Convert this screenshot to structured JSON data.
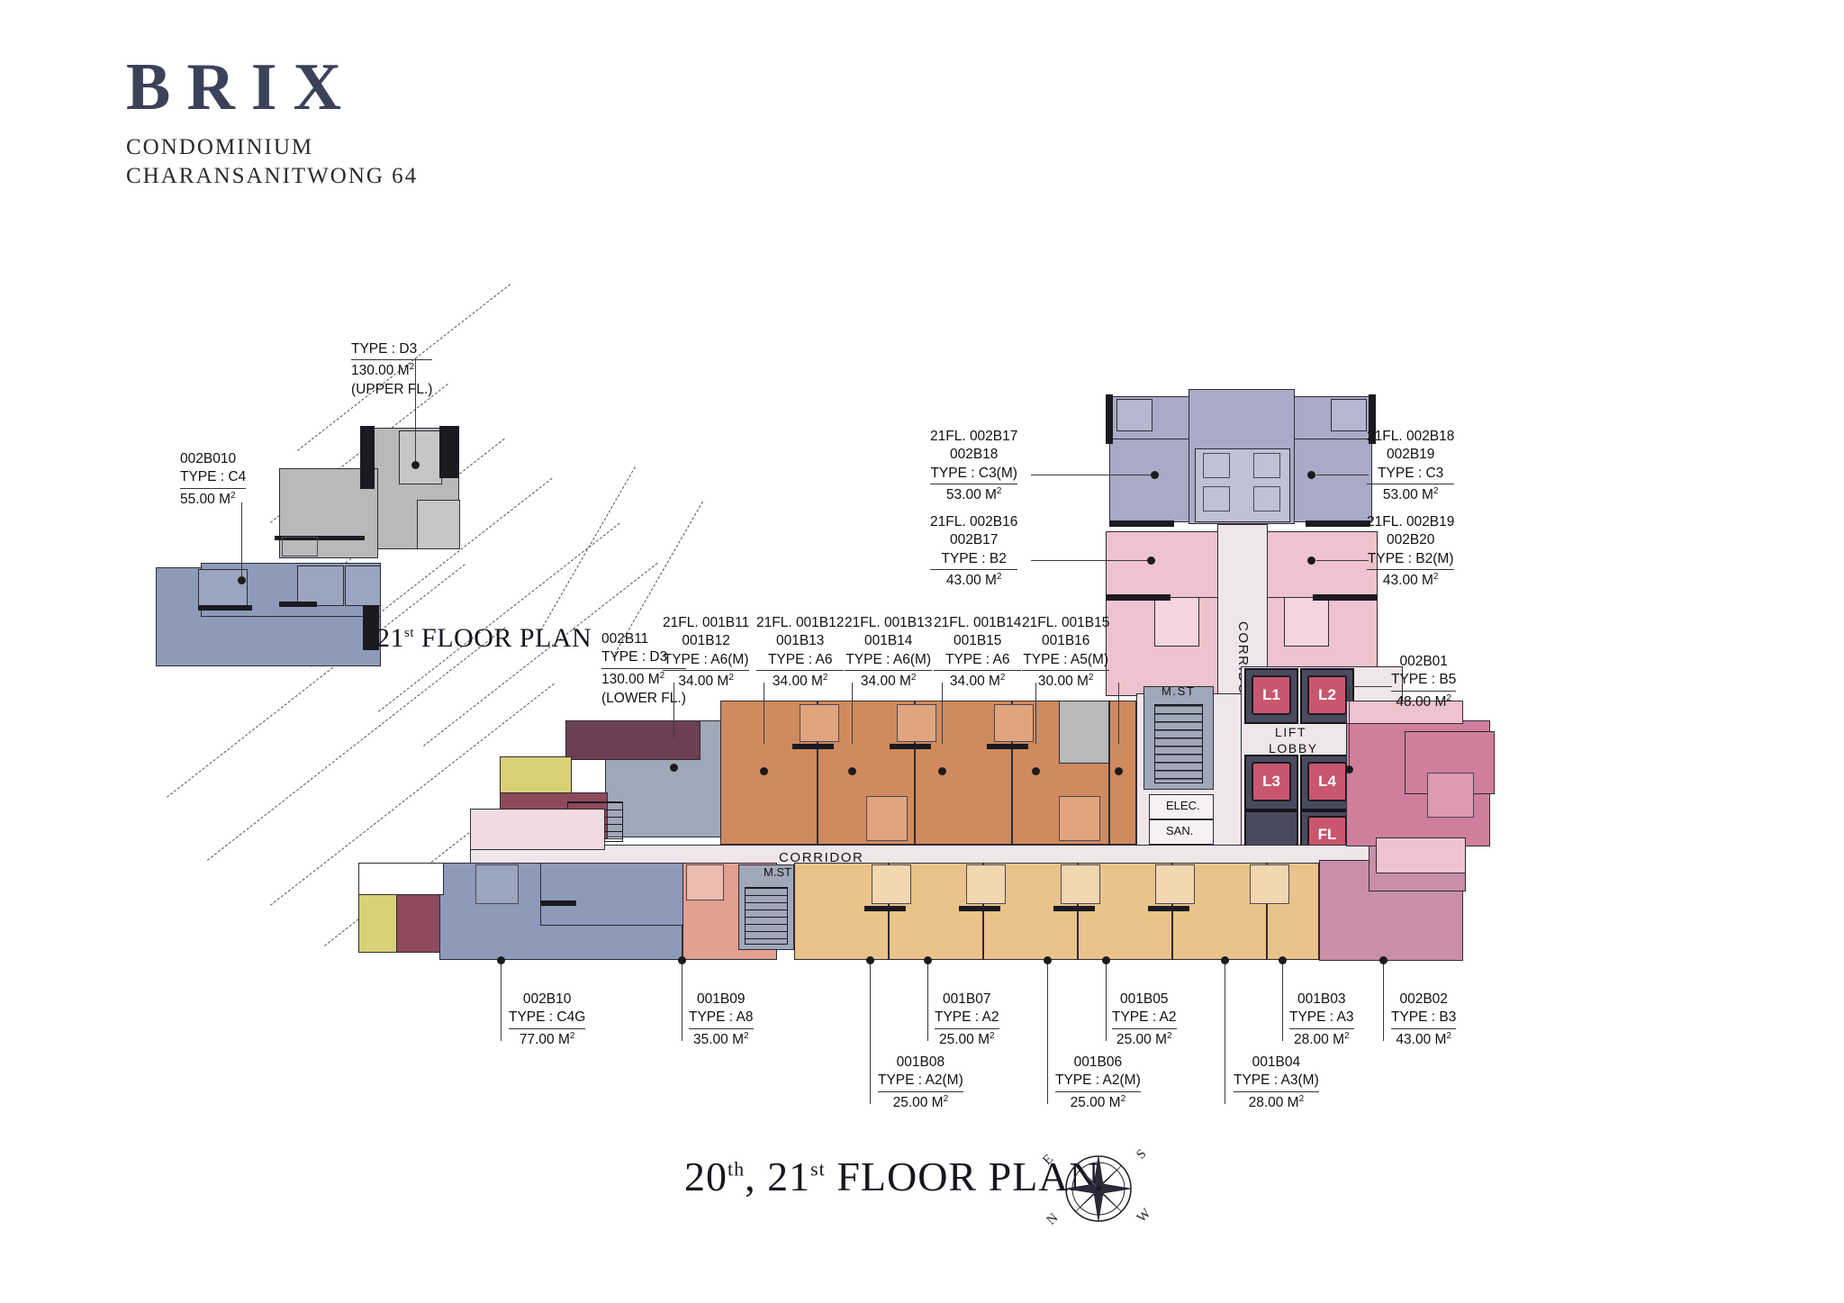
{
  "brand": {
    "wordmark": "BRIX",
    "line1": "CONDOMINIUM",
    "line2": "CHARANSANITWONG 64"
  },
  "titles": {
    "main": "20",
    "main_sup1": "th",
    "main_mid": ", 21",
    "main_sup2": "st",
    "main_tail": " FLOOR PLAN",
    "inset": "21",
    "inset_sup": "st",
    "inset_tail": " FLOOR PLAN"
  },
  "compass": {
    "n": "N",
    "e": "E",
    "s": "S",
    "w": "W"
  },
  "plan_labels": {
    "corridor_main": "CORRIDOR",
    "corridor_core": "CORRIDOR",
    "lift_lobby_line1": "LIFT",
    "lift_lobby_line2": "LOBBY",
    "stair_main": "M.ST",
    "stair_sub": "M.ST",
    "elec": "ELEC.",
    "san": "SAN.",
    "lifts": [
      "L1",
      "L2",
      "L3",
      "L4"
    ],
    "freight_lift": "FL"
  },
  "callouts": [
    {
      "id": "d3-upper",
      "code": "",
      "type": "TYPE : D3",
      "area": "130.00 M",
      "sq": "2",
      "note": "(UPPER FL.)"
    },
    {
      "id": "c4",
      "code": "002B010",
      "type": "TYPE : C4",
      "area": "55.00 M",
      "sq": "2",
      "note": ""
    },
    {
      "id": "c3m",
      "code": "21FL. 002B17",
      "code2": "002B18",
      "type": "TYPE : C3(M)",
      "area": "53.00 M",
      "sq": "2",
      "note": ""
    },
    {
      "id": "b2",
      "code": "21FL. 002B16",
      "code2": "002B17",
      "type": "TYPE : B2",
      "area": "43.00 M",
      "sq": "2",
      "note": ""
    },
    {
      "id": "c3",
      "code": "21FL. 002B18",
      "code2": "002B19",
      "type": "TYPE : C3",
      "area": "53.00 M",
      "sq": "2",
      "note": ""
    },
    {
      "id": "b2m",
      "code": "21FL. 002B19",
      "code2": "002B20",
      "type": "TYPE : B2(M)",
      "area": "43.00 M",
      "sq": "2",
      "note": ""
    },
    {
      "id": "d3-lower",
      "code": "002B11",
      "type": "TYPE : D3",
      "area": "130.00 M",
      "sq": "2",
      "note": "(LOWER FL.)"
    },
    {
      "id": "a6m-1",
      "code": "21FL. 001B11",
      "code2": "001B12",
      "type": "TYPE : A6(M)",
      "area": "34.00 M",
      "sq": "2",
      "note": ""
    },
    {
      "id": "a6-1",
      "code": "21FL. 001B12",
      "code2": "001B13",
      "type": "TYPE : A6",
      "area": "34.00 M",
      "sq": "2",
      "note": ""
    },
    {
      "id": "a6m-2",
      "code": "21FL. 001B13",
      "code2": "001B14",
      "type": "TYPE : A6(M)",
      "area": "34.00 M",
      "sq": "2",
      "note": ""
    },
    {
      "id": "a6-2",
      "code": "21FL. 001B14",
      "code2": "001B15",
      "type": "TYPE : A6",
      "area": "34.00 M",
      "sq": "2",
      "note": ""
    },
    {
      "id": "a5m",
      "code": "21FL. 001B15",
      "code2": "001B16",
      "type": "TYPE : A5(M)",
      "area": "30.00 M",
      "sq": "2",
      "note": ""
    },
    {
      "id": "b5",
      "code": "002B01",
      "type": "TYPE : B5",
      "area": "48.00 M",
      "sq": "2",
      "note": ""
    },
    {
      "id": "c4g",
      "code": "002B10",
      "type": "TYPE : C4G",
      "area": "77.00 M",
      "sq": "2",
      "note": ""
    },
    {
      "id": "a8",
      "code": "001B09",
      "type": "TYPE : A8",
      "area": "35.00 M",
      "sq": "2",
      "note": ""
    },
    {
      "id": "a2-1",
      "code": "001B07",
      "type": "TYPE : A2",
      "area": "25.00 M",
      "sq": "2",
      "note": ""
    },
    {
      "id": "a2m-1",
      "code": "001B08",
      "type": "TYPE : A2(M)",
      "area": "25.00 M",
      "sq": "2",
      "note": ""
    },
    {
      "id": "a2-2",
      "code": "001B05",
      "type": "TYPE : A2",
      "area": "25.00 M",
      "sq": "2",
      "note": ""
    },
    {
      "id": "a2m-2",
      "code": "001B06",
      "type": "TYPE : A2(M)",
      "area": "25.00 M",
      "sq": "2",
      "note": ""
    },
    {
      "id": "a3",
      "code": "001B03",
      "type": "TYPE : A3",
      "area": "28.00 M",
      "sq": "2",
      "note": ""
    },
    {
      "id": "a3m",
      "code": "001B04",
      "type": "TYPE : A3(M)",
      "area": "28.00 M",
      "sq": "2",
      "note": ""
    },
    {
      "id": "b3",
      "code": "002B02",
      "type": "TYPE : B3",
      "area": "43.00 M",
      "sq": "2",
      "note": ""
    }
  ],
  "colors": {
    "brand_navy": "#3a4158",
    "unit_greyblue": "#8d9ab9",
    "unit_bluegrey_light": "#9aa6bf",
    "unit_grey": "#b9b9ba",
    "unit_lavender": "#a9aac7",
    "unit_pink": "#eec3cf",
    "unit_rose": "#d98ea8",
    "unit_terracotta": "#d08a5e",
    "unit_amber": "#e9c38a",
    "unit_salmon": "#e2a08f",
    "unit_yellow": "#d7d278",
    "unit_plum": "#6d3f55",
    "unit_maroon": "#8e4a5a",
    "unit_slate": "#9fa8b8",
    "corridor": "#f0e6ea",
    "lift_red": "#c9566f",
    "lift_dark": "#4a4a5e",
    "wall": "#1b1a20"
  }
}
